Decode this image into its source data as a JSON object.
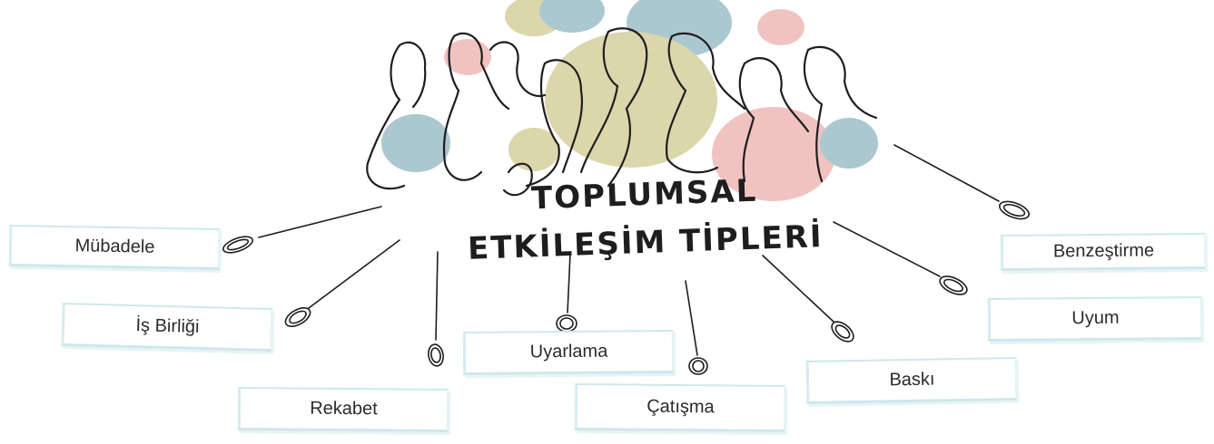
{
  "title": {
    "line1": "TOPLUMSAL",
    "line2": "ETKİLEŞİM TİPLERİ"
  },
  "labels": {
    "mubadele": "Mübadele",
    "is_birligi": "İş Birliği",
    "rekabet": "Rekabet",
    "uyarlama": "Uyarlama",
    "catisma": "Çatışma",
    "baski": "Baskı",
    "uyum": "Uyum",
    "benzestirme": "Benzeştirme"
  },
  "colors": {
    "bubble_blue": "#8fb5bf",
    "bubble_olive": "#cfc98f",
    "bubble_pink": "#ecb0ad",
    "ink": "#1e1e1e",
    "box_border": "#cfe7ea"
  }
}
